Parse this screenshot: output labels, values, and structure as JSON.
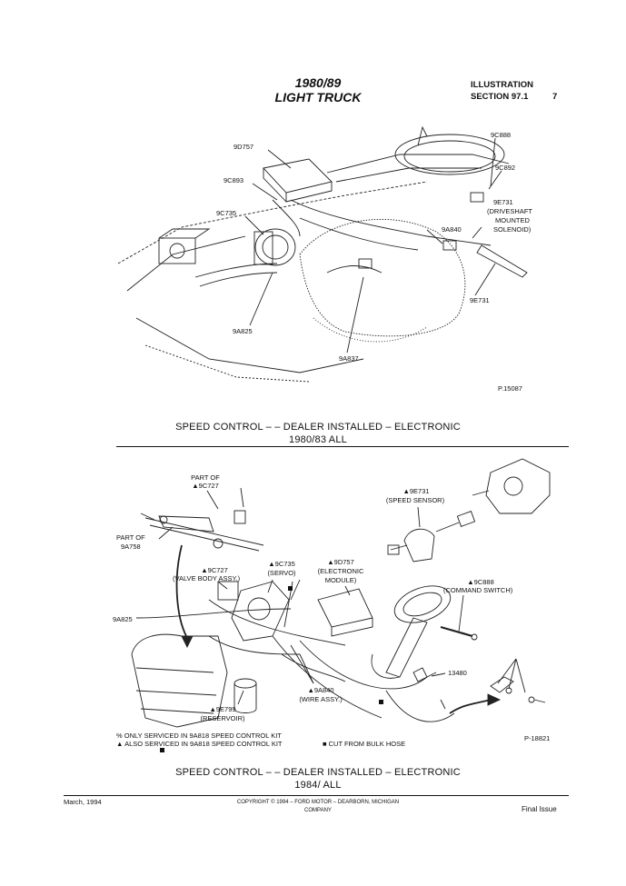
{
  "header": {
    "title_line1": "1980/89",
    "title_line2": "LIGHT TRUCK",
    "illustration_label": "ILLUSTRATION",
    "section_label": "SECTION 97.1",
    "page_number": "7"
  },
  "figure1": {
    "labels": {
      "l1": "9D757",
      "l2": "9C888",
      "l3": "9C892",
      "l4": "9C893",
      "l5": "9E731",
      "l6": "(DRIVESHAFT",
      "l7": "MOUNTED",
      "l8": "SOLENOID)",
      "l9": "9C735",
      "l10": "9A840",
      "l11": "9E731",
      "l12": "9A825",
      "l13": "9A837"
    },
    "ref": "P.15087",
    "caption_line1": "SPEED CONTROL – – DEALER INSTALLED – ELECTRONIC",
    "caption_line2": "1980/83 ALL"
  },
  "figure2": {
    "labels": {
      "partof1": "PART OF",
      "p9c727a": "▲9C727",
      "partof2": "PART OF",
      "p9a758": "9A758",
      "p9e731": "▲9E731",
      "speedsensor": "(SPEED SENSOR)",
      "p9c727b": "▲9C727",
      "valvebody": "(VALVE BODY ASSY.)",
      "p9c735": "▲9C735",
      "servo": "(SERVO)",
      "p9d757": "▲9D757",
      "electronic": "(ELECTRONIC",
      "module": "MODULE)",
      "p9c888": "▲9C888",
      "cmdswitch": "(COMMAND SWITCH)",
      "p9a825": "9A825",
      "p13480": "13480",
      "p9a840": "▲9A840",
      "wireassy": "(WIRE ASSY.)",
      "p9e799": "▲9E799",
      "reservoir": "(RESERVOIR)"
    },
    "legend1": "% ONLY SERVICED IN 9A818 SPEED CONTROL KIT",
    "legend2": "▲ ALSO SERVICED IN 9A818 SPEED CONTROL KIT",
    "legend3": "■ CUT FROM BULK HOSE",
    "ref": "P-18821",
    "caption_line1": "SPEED CONTROL – – DEALER INSTALLED – ELECTRONIC",
    "caption_line2": "1984/ ALL"
  },
  "footer": {
    "date": "March, 1994",
    "copyright_line1": "COPYRIGHT © 1994 – FORD MOTOR – DEARBORN, MICHIGAN",
    "copyright_line2": "COMPANY",
    "status": "Final Issue"
  }
}
